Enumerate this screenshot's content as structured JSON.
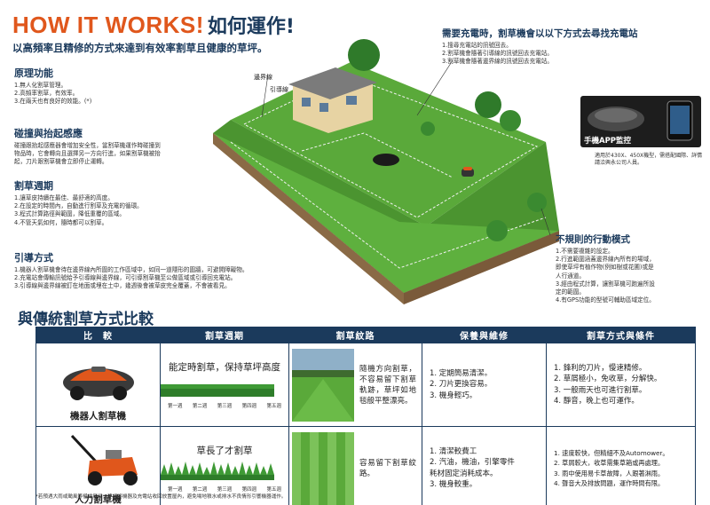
{
  "header": {
    "title_en": "HOW IT WORKS!",
    "title_zh": "如何運作!",
    "subtitle": "以高頻率且精修的方式來達到有效率割草且健康的草坪。"
  },
  "sections": {
    "principle": {
      "title": "原理功能",
      "lines": [
        "1.無人化割草管理。",
        "2.高頻率割草，有效率。",
        "3.在兩天也有良好的效能。(*)"
      ]
    },
    "collision": {
      "title": "碰撞與抬起感應",
      "lines": [
        "碰撞跟抬起感應器會增加安全性，當割草機運作時碰撞到",
        "物品時，它會轉向且選擇另一方向行進，如果割草機被抬",
        "起，刀片跟割草機會立即停止運轉。"
      ]
    },
    "cycle": {
      "title": "割草週期",
      "lines": [
        "1.讓草皮持續在最佳、最舒適的高度。",
        "2.在設定的時間內，自動進行割草及充電的循環。",
        "3.程式計算路徑與範圍，降低重覆的區域。",
        "4.不管天氣如何，隨時都可以割草。"
      ]
    },
    "guide": {
      "title": "引導方式",
      "lines": [
        "1.機器人割草機會待在邊界線內所圍的工作區域中，如同一道隱形的圍牆，可避開障礙物。",
        "2.充電站會傳輸訊號給予引導線與邊界線，可引導割草機至公做區域或引導回充電站。",
        "3.引導線與邊界線被釘在地面或埋在土中，幾週後會被草皮完全覆蓋，不會被看見。"
      ]
    }
  },
  "callouts": {
    "charging": {
      "title": "需要充電時，割草機會以以下方式去尋找充電站",
      "lines": [
        "1.搜尋充電站的訊號回去。",
        "2.割草機會隨著引導線的訊號回去充電站。",
        "3.割草機會隨著邊界線的訊號回去充電站。"
      ]
    },
    "irregular": {
      "title": "不規則的行動模式",
      "lines": [
        "1.不需要複雜的設定。",
        "2.行進範圍涵蓋邊界線內所有的場域，",
        "   即使草坪有植作物(例如樹或花圃)或是",
        "   人行通道。",
        "3.經由程式計算，讓割草機可跑遍所設",
        "   定的範圍。",
        "4.有GPS功能的型號可輔助區域定位。"
      ]
    }
  },
  "scene_labels": {
    "boundary": "邊界線",
    "guide": "引導線"
  },
  "app": {
    "label": "手機APP監控",
    "note": "適用於430X、450X機型，需搭配國際、詳情請洽興永公司人員。"
  },
  "comparison": {
    "title": "與傳統割草方式比較",
    "headers": [
      "比　較",
      "割草週期",
      "割草紋路",
      "保養與維修",
      "割草方式與條件"
    ],
    "robot": {
      "label": "機器人割草機",
      "cycle": "能定時割草，保持草坪高度",
      "weeks": [
        "第一週",
        "第二週",
        "第三週",
        "第四週",
        "第五週"
      ],
      "pattern": "隨機方向割草，不容易留下割草軌跡，草坪如地毯般平整漂亮。",
      "maintenance": [
        "1. 定期簡易清潔。",
        "2. 刀片更換容易。",
        "3. 機身輕巧。"
      ],
      "conditions": [
        "1. 鋒利的刀片，慢速精修。",
        "2. 草屑極小，免收草，分解快。",
        "3. 一般雨天也可進行割草。",
        "4. 靜音，晚上也可運作。"
      ]
    },
    "manual": {
      "label": "人力割草機",
      "cycle": "草長了才割草",
      "weeks": [
        "第一週",
        "第二週",
        "第三週",
        "第四週",
        "第五週"
      ],
      "pattern": "容易留下割草紋路。",
      "maintenance": [
        "1. 清潔較費工",
        "2. 汽油，機油，引擎零件",
        "    耗材固定消耗成本。",
        "3. 機身較重。"
      ],
      "conditions": [
        "1. 速度較快，但精細不及Automower。",
        "2. 草屑較大，收草需集草箱或再處理。",
        "3. 雨中使用易卡草故障，人跟著淋雨。",
        "4. 聲音大及排放問題，運作時間有限。"
      ]
    }
  },
  "footnote": "*若預遇大雨或颱風等極端氣候，建議將機器及充電站收回放置屋內，避免場地積水或排水不良情形引響機器運作。",
  "colors": {
    "accent": "#e0571c",
    "navy": "#1b3a5c",
    "grass": "#5aa93a"
  }
}
